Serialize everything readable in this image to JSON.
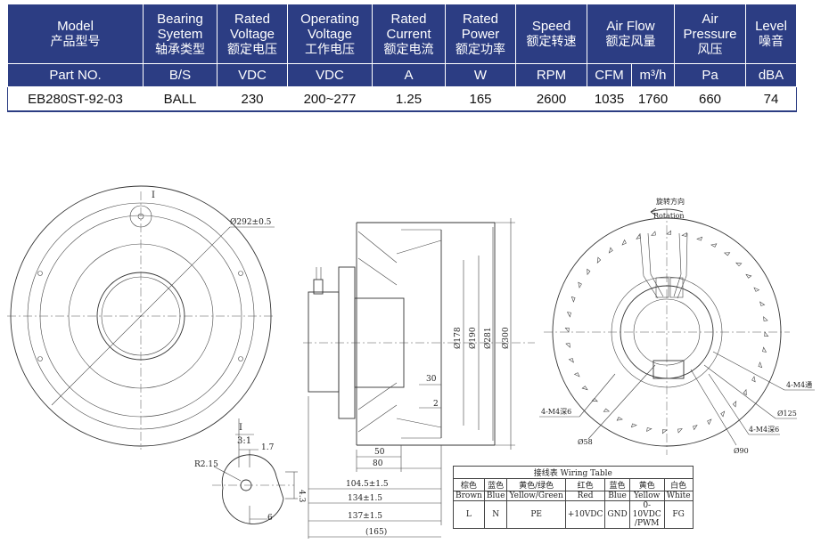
{
  "spec_table": {
    "headers": [
      {
        "en": "Model",
        "cn": "产品型号"
      },
      {
        "en": "Bearing Syetem",
        "cn": "轴承类型"
      },
      {
        "en": "Rated Voltage",
        "cn": "额定电压"
      },
      {
        "en": "Operating Voltage",
        "cn": "工作电压"
      },
      {
        "en": "Rated Current",
        "cn": "额定电流"
      },
      {
        "en": "Rated Power",
        "cn": "额定功率"
      },
      {
        "en": "Speed",
        "cn": "额定转速"
      },
      {
        "en": "Air Flow",
        "cn": "额定风量"
      },
      {
        "en": "Air Pressure",
        "cn": "风压"
      },
      {
        "en": "Level",
        "cn": "噪音"
      }
    ],
    "units": [
      "Part NO.",
      "B/S",
      "VDC",
      "VDC",
      "A",
      "W",
      "RPM",
      "CFM",
      "m³/h",
      "Pa",
      "dBA"
    ],
    "row": [
      "EB280ST-92-03",
      "BALL",
      "230",
      "200~277",
      "1.25",
      "165",
      "2600",
      "1035",
      "1760",
      "660",
      "74"
    ]
  },
  "drawing": {
    "front_view": {
      "diameter_label": "Ø292±0.5",
      "marker": "I"
    },
    "detail": {
      "title": "I",
      "scale": "3:1",
      "dim_1": "1.7",
      "radius": "R2.15",
      "dim_2": "4.3",
      "dim_3": "6"
    },
    "side_view": {
      "vertical_dims": [
        "Ø178",
        "Ø190",
        "Ø281",
        "Ø300"
      ],
      "small_dims": [
        "30",
        "2"
      ],
      "horizontal_dims": [
        "50",
        "80",
        "104.5±1.5",
        "134±1.5",
        "137±1.5",
        "(165)"
      ]
    },
    "rear_view": {
      "rotation_cn": "旋转方向",
      "rotation_en": "Rotation",
      "labels": [
        "4-M4通",
        "Ø125",
        "4-M4深6",
        "4-M4深6",
        "Ø58",
        "Ø90"
      ]
    }
  },
  "wiring_table": {
    "title": "接线表 Wiring Table",
    "colors": [
      {
        "cn": "棕色",
        "en": "Brown",
        "fn": "L"
      },
      {
        "cn": "蓝色",
        "en": "Blue",
        "fn": "N"
      },
      {
        "cn": "黄色/绿色",
        "en": "Yellow/Green",
        "fn": "PE"
      },
      {
        "cn": "红色",
        "en": "Red",
        "fn": "+10VDC"
      },
      {
        "cn": "蓝色",
        "en": "Blue",
        "fn": "GND"
      },
      {
        "cn": "黄色",
        "en": "Yellow",
        "fn": "0-10VDC /PWM"
      },
      {
        "cn": "白色",
        "en": "White",
        "fn": "FG"
      }
    ]
  },
  "colors": {
    "header_bg": "#2c3d83",
    "header_text": "#ffffff"
  }
}
